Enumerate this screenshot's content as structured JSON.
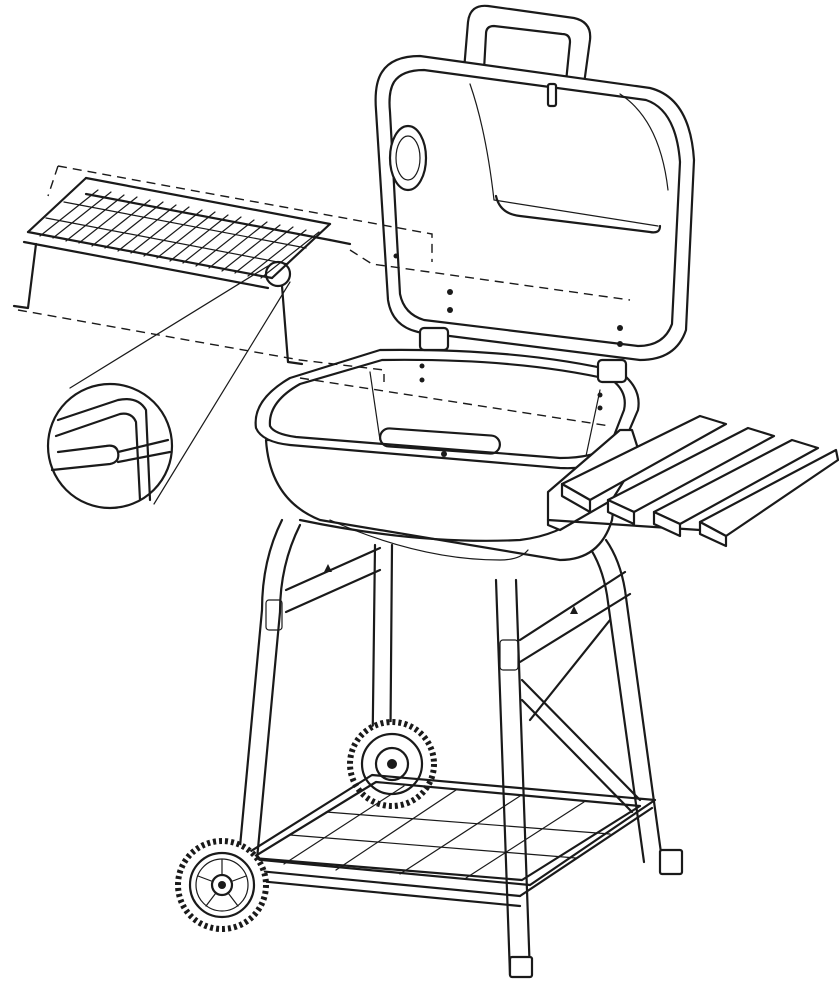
{
  "figure": {
    "kind": "exploded assembly drawing",
    "components": [
      {
        "id": "cooking-grate",
        "icon": "grate-icon"
      },
      {
        "id": "grate-clip-detail",
        "icon": "magnifier-detail-icon"
      },
      {
        "id": "lid",
        "icon": "lid-icon"
      },
      {
        "id": "lid-handle",
        "icon": "handle-icon"
      },
      {
        "id": "lid-vent",
        "icon": "vent-icon"
      },
      {
        "id": "firebowl",
        "icon": "bowl-icon"
      },
      {
        "id": "side-shelf",
        "icon": "wood-shelf-icon"
      },
      {
        "id": "legs",
        "icon": "leg-icon"
      },
      {
        "id": "bottom-shelf",
        "icon": "wire-shelf-icon"
      },
      {
        "id": "wheels",
        "icon": "wheel-icon"
      }
    ],
    "colors": {
      "line": "#1a1a1a",
      "fill": "#ffffff"
    }
  }
}
